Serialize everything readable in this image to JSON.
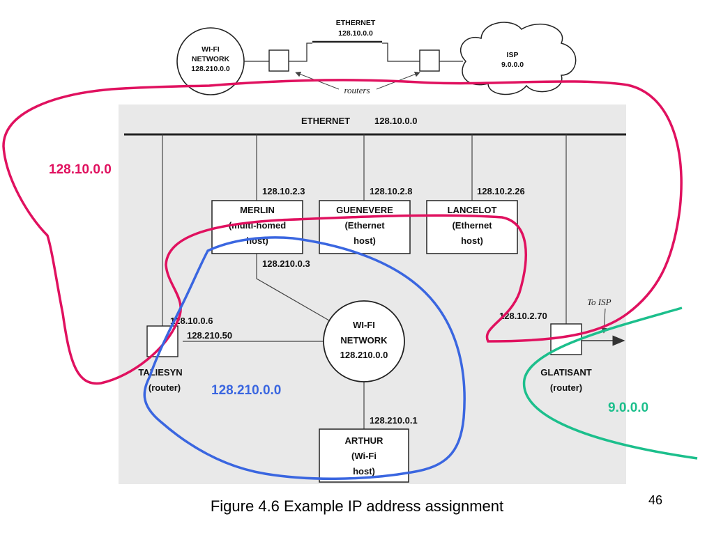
{
  "top": {
    "wifi_line1": "WI-FI",
    "wifi_line2": "NETWORK",
    "wifi_addr": "128.210.0.0",
    "ethernet_label": "ETHERNET",
    "ethernet_addr": "128.10.0.0",
    "isp_label": "ISP",
    "isp_addr": "9.0.0.0",
    "routers_label": "routers"
  },
  "main": {
    "ethernet_label": "ETHERNET",
    "ethernet_addr": "128.10.0.0",
    "merlin": {
      "addr": "128.10.2.3",
      "name": "MERLIN",
      "line2": "(multi-homed",
      "line3": "host)",
      "addr2": "128.210.0.3"
    },
    "guenevere": {
      "addr": "128.10.2.8",
      "name": "GUENEVERE",
      "line2": "(Ethernet",
      "line3": "host)"
    },
    "lancelot": {
      "addr": "128.10.2.26",
      "name": "LANCELOT",
      "line2": "(Ethernet",
      "line3": "host)"
    },
    "taliesyn": {
      "addr1": "128.10.0.6",
      "addr2": "128.210.50",
      "name": "TALIESYN",
      "role": "(router)"
    },
    "wifi": {
      "line1": "WI-FI",
      "line2": "NETWORK",
      "addr": "128.210.0.0"
    },
    "glatisant": {
      "addr": "128.10.2.70",
      "name": "GLATISANT",
      "role": "(router)",
      "to_isp": "To ISP"
    },
    "arthur": {
      "addr": "128.210.0.1",
      "name": "ARTHUR",
      "line2": "(Wi-Fi",
      "line3": "host)"
    }
  },
  "overlays": {
    "red_label": "128.10.0.0",
    "blue_label": "128.210.0.0",
    "green_label": "9.0.0.0",
    "red_color": "#e0115f",
    "blue_color": "#3a66e0",
    "green_color": "#1cbf8c"
  },
  "caption": "Figure 4.6 Example IP address assignment",
  "page_number": "46"
}
